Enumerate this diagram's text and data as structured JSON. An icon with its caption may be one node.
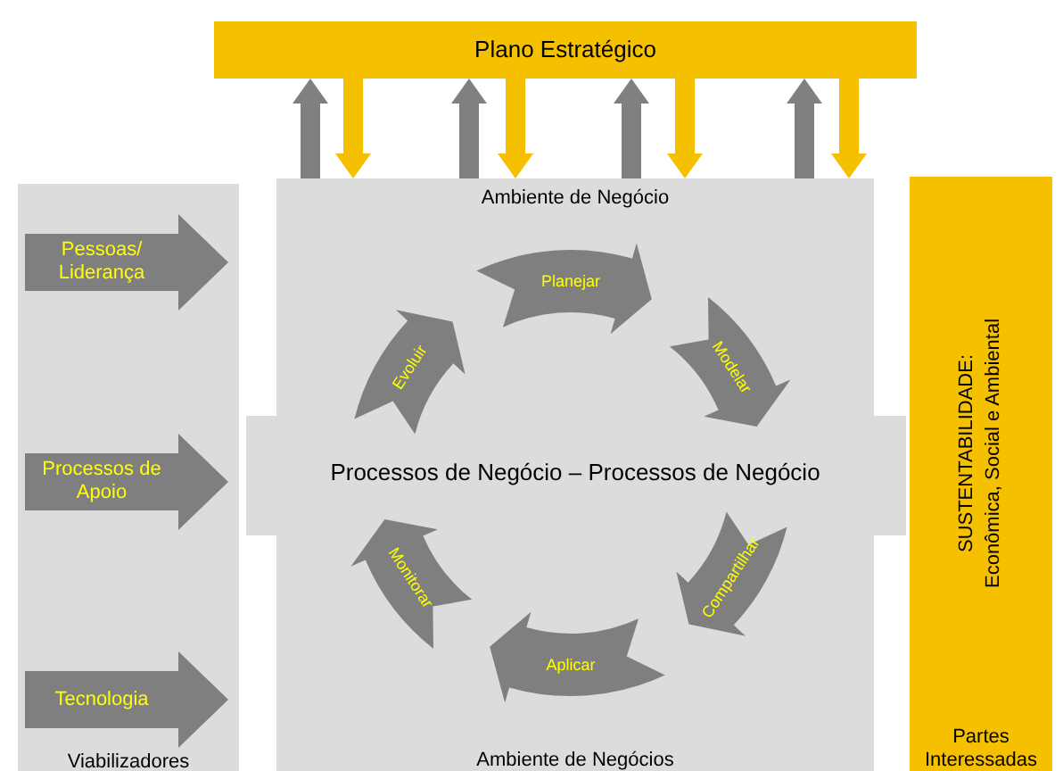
{
  "diagram": {
    "nodes": [
      {
        "text": [
          "Plano Estratégico"
        ]
      },
      {
        "text": [
          "Viabilizadores"
        ]
      },
      {
        "text": [
          "Pessoas/ Liderança"
        ],
        "in": 1
      },
      {
        "text": [
          "Processos de Apoio"
        ],
        "in": 1
      },
      {
        "text": [
          "Tecnologia"
        ],
        "in": 1
      },
      {
        "text": [
          "Ambiente de Negócio",
          "Ambiente de Negócios"
        ]
      },
      {
        "text": [
          "Processos de Negócio – Processos de Negócio"
        ],
        "in": 5
      },
      {
        "text": [
          "Planejar"
        ],
        "in": 5
      },
      {
        "text": [
          "Modelar"
        ],
        "in": 5
      },
      {
        "text": [
          "Compartilhar"
        ],
        "in": 5
      },
      {
        "text": [
          "Aplicar"
        ],
        "in": 5
      },
      {
        "text": [
          "Monitorar"
        ],
        "in": 5
      },
      {
        "text": [
          "Evoluir"
        ],
        "in": 5
      },
      {
        "text": [
          "SUSTENTABILIDADE: Econômica, Social e Ambiental",
          "Partes Interessadas"
        ]
      }
    ],
    "edges": [
      {
        "from": 5,
        "to": 0,
        "arrow": "to",
        "color": "#808080"
      },
      {
        "from": 0,
        "to": 5,
        "arrow": "to",
        "color": "#f5c000"
      },
      {
        "from": 5,
        "to": 0,
        "arrow": "to",
        "color": "#808080"
      },
      {
        "from": 0,
        "to": 5,
        "arrow": "to",
        "color": "#f5c000"
      },
      {
        "from": 5,
        "to": 0,
        "arrow": "to",
        "color": "#808080"
      },
      {
        "from": 0,
        "to": 5,
        "arrow": "to",
        "color": "#f5c000"
      },
      {
        "from": 5,
        "to": 0,
        "arrow": "to",
        "color": "#808080"
      },
      {
        "from": 0,
        "to": 5,
        "arrow": "to",
        "color": "#f5c000"
      }
    ]
  }
}
